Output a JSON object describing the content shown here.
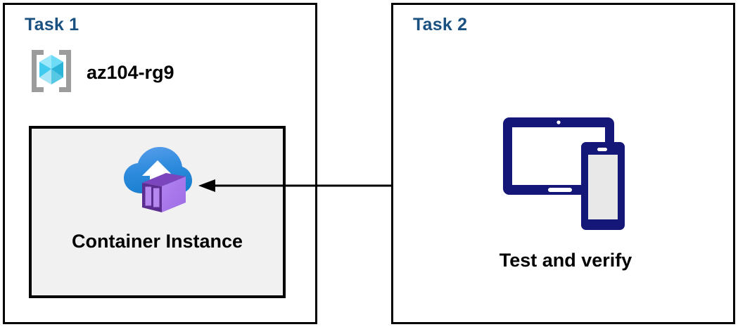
{
  "diagram": {
    "title": "Azure Container Instance task diagram",
    "background": "#ffffff",
    "panel_border_color": "#000000",
    "task_label_color": "#1B5180",
    "card_fill_color": "#F1F1F1",
    "connector_color": "#000000"
  },
  "panels": [
    {
      "id": "task-1",
      "label": "Task 1",
      "resource_group": {
        "icon": "azure-resource-group-icon",
        "name": "az104-rg9"
      },
      "card": {
        "icon": "azure-container-instance-icon",
        "label": "Container Instance",
        "fill": "#F1F1F1"
      }
    },
    {
      "id": "task-2",
      "label": "Task 2",
      "devices": {
        "icon": "tablet-and-phone-devices-icon",
        "label": "Test and verify",
        "color": "#141678"
      }
    }
  ],
  "connector": {
    "name": "arrow-task2-to-container-instance",
    "direction": "right-to-left",
    "from": "Test and verify",
    "to": "Container Instance",
    "color": "#000000"
  },
  "icons": {
    "resource_group": {
      "bracket_color": "#9C9C9C",
      "cube_top_left": "#9CE8FB",
      "cube_top_right": "#6FDCF7",
      "cube_left": "#41CCEF",
      "cube_right": "#2BB4D8",
      "cube_bottom_left": "#A8E6F7",
      "cube_bottom_right": "#56C8E4"
    },
    "container_instance": {
      "cloud_top": "#5098E8",
      "cloud_bottom": "#1A82D4",
      "arrow_fill": "#FFFFFF",
      "box_outline": "#5C2D91",
      "box_front": "#8E63CC",
      "box_side": "#A871EC",
      "box_top": "#9B6AD8"
    },
    "devices": {
      "frame_color": "#141678",
      "tablet_screen": "#FFFFFF",
      "phone_screen": "#E8E8E8"
    }
  }
}
